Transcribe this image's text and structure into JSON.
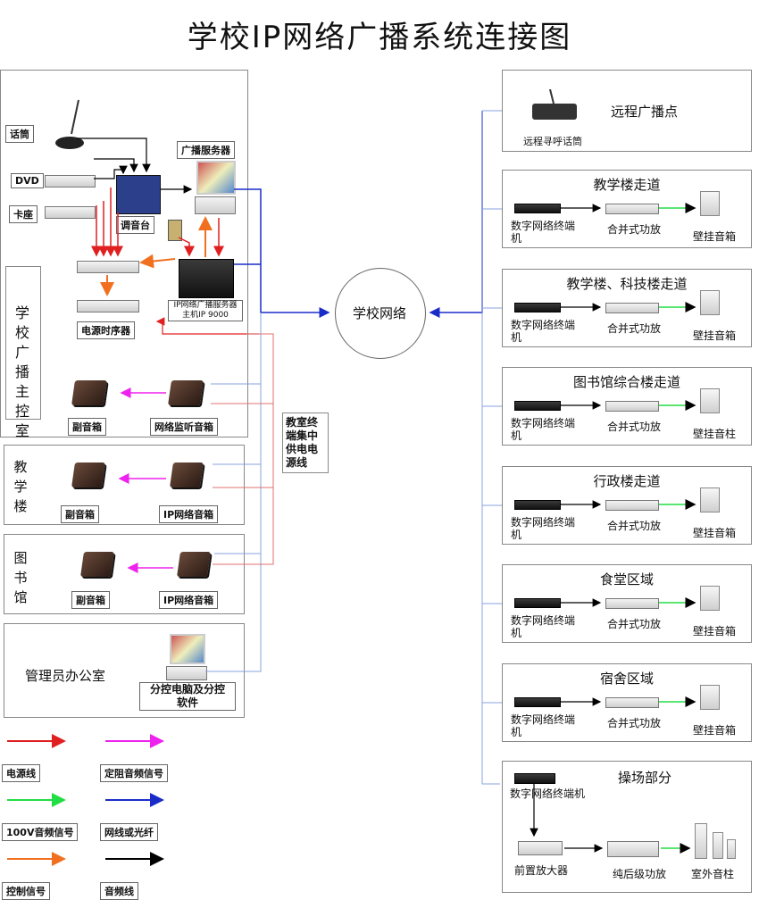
{
  "title": "学校IP网络广播系统连接图",
  "network": "学校网络",
  "control_room": {
    "label_chars": [
      "学",
      "校",
      "广",
      "播",
      "主",
      "控",
      "室"
    ],
    "mic": "话筒",
    "dvd": "DVD",
    "tape": "卡座",
    "mixer": "调音台",
    "server": "广播服务器",
    "host": "IP网络广播服务器主机IP 9000",
    "host_line1": "IP网络广播服务器",
    "host_line2": "主机IP 9000",
    "sequencer": "电源时序器",
    "sub_speaker": "副音箱",
    "monitor_speaker": "网络监听音箱"
  },
  "classroom_power": "教室终端集中供电电源线",
  "teaching_building": {
    "label_chars": [
      "教",
      "学",
      "楼"
    ],
    "sub_speaker": "副音箱",
    "ip_speaker": "IP网络音箱"
  },
  "library": {
    "label_chars": [
      "图",
      "书",
      "馆"
    ],
    "sub_speaker": "副音箱",
    "ip_speaker": "IP网络音箱"
  },
  "admin_office": {
    "label": "管理员办公室",
    "pc_line1": "分控电脑及分控",
    "pc_line2": "软件"
  },
  "remote": {
    "title": "远程广播点",
    "device": "远程寻呼话筒"
  },
  "zones": [
    {
      "title": "教学楼走道",
      "terminal": "数字网络终端机",
      "amp": "合并式功放",
      "speaker": "壁挂音箱"
    },
    {
      "title": "教学楼、科技楼走道",
      "terminal": "数字网络终端机",
      "amp": "合并式功放",
      "speaker": "壁挂音箱"
    },
    {
      "title": "图书馆综合楼走道",
      "terminal": "数字网络终端机",
      "amp": "合并式功放",
      "speaker": "壁挂音柱"
    },
    {
      "title": "行政楼走道",
      "terminal": "数字网络终端机",
      "amp": "合并式功放",
      "speaker": "壁挂音箱"
    },
    {
      "title": "食堂区域",
      "terminal": "数字网络终端机",
      "amp": "合并式功放",
      "speaker": "壁挂音箱"
    },
    {
      "title": "宿舍区域",
      "terminal": "数字网络终端机",
      "amp": "合并式功放",
      "speaker": "壁挂音箱"
    }
  ],
  "playground": {
    "title": "操场部分",
    "terminal": "数字网络终端机",
    "preamp": "前置放大器",
    "power_amp": "纯后级功放",
    "outdoor": "室外音柱"
  },
  "legend": [
    {
      "label": "电源线",
      "color": "#e02020"
    },
    {
      "label": "定阻音频信号",
      "color": "#ee22ee"
    },
    {
      "label": "100V音频信号",
      "color": "#22dd44"
    },
    {
      "label": "网线或光纤",
      "color": "#1a2cc8"
    },
    {
      "label": "控制信号",
      "color": "#f07020"
    },
    {
      "label": "音频线",
      "color": "#000000"
    }
  ]
}
